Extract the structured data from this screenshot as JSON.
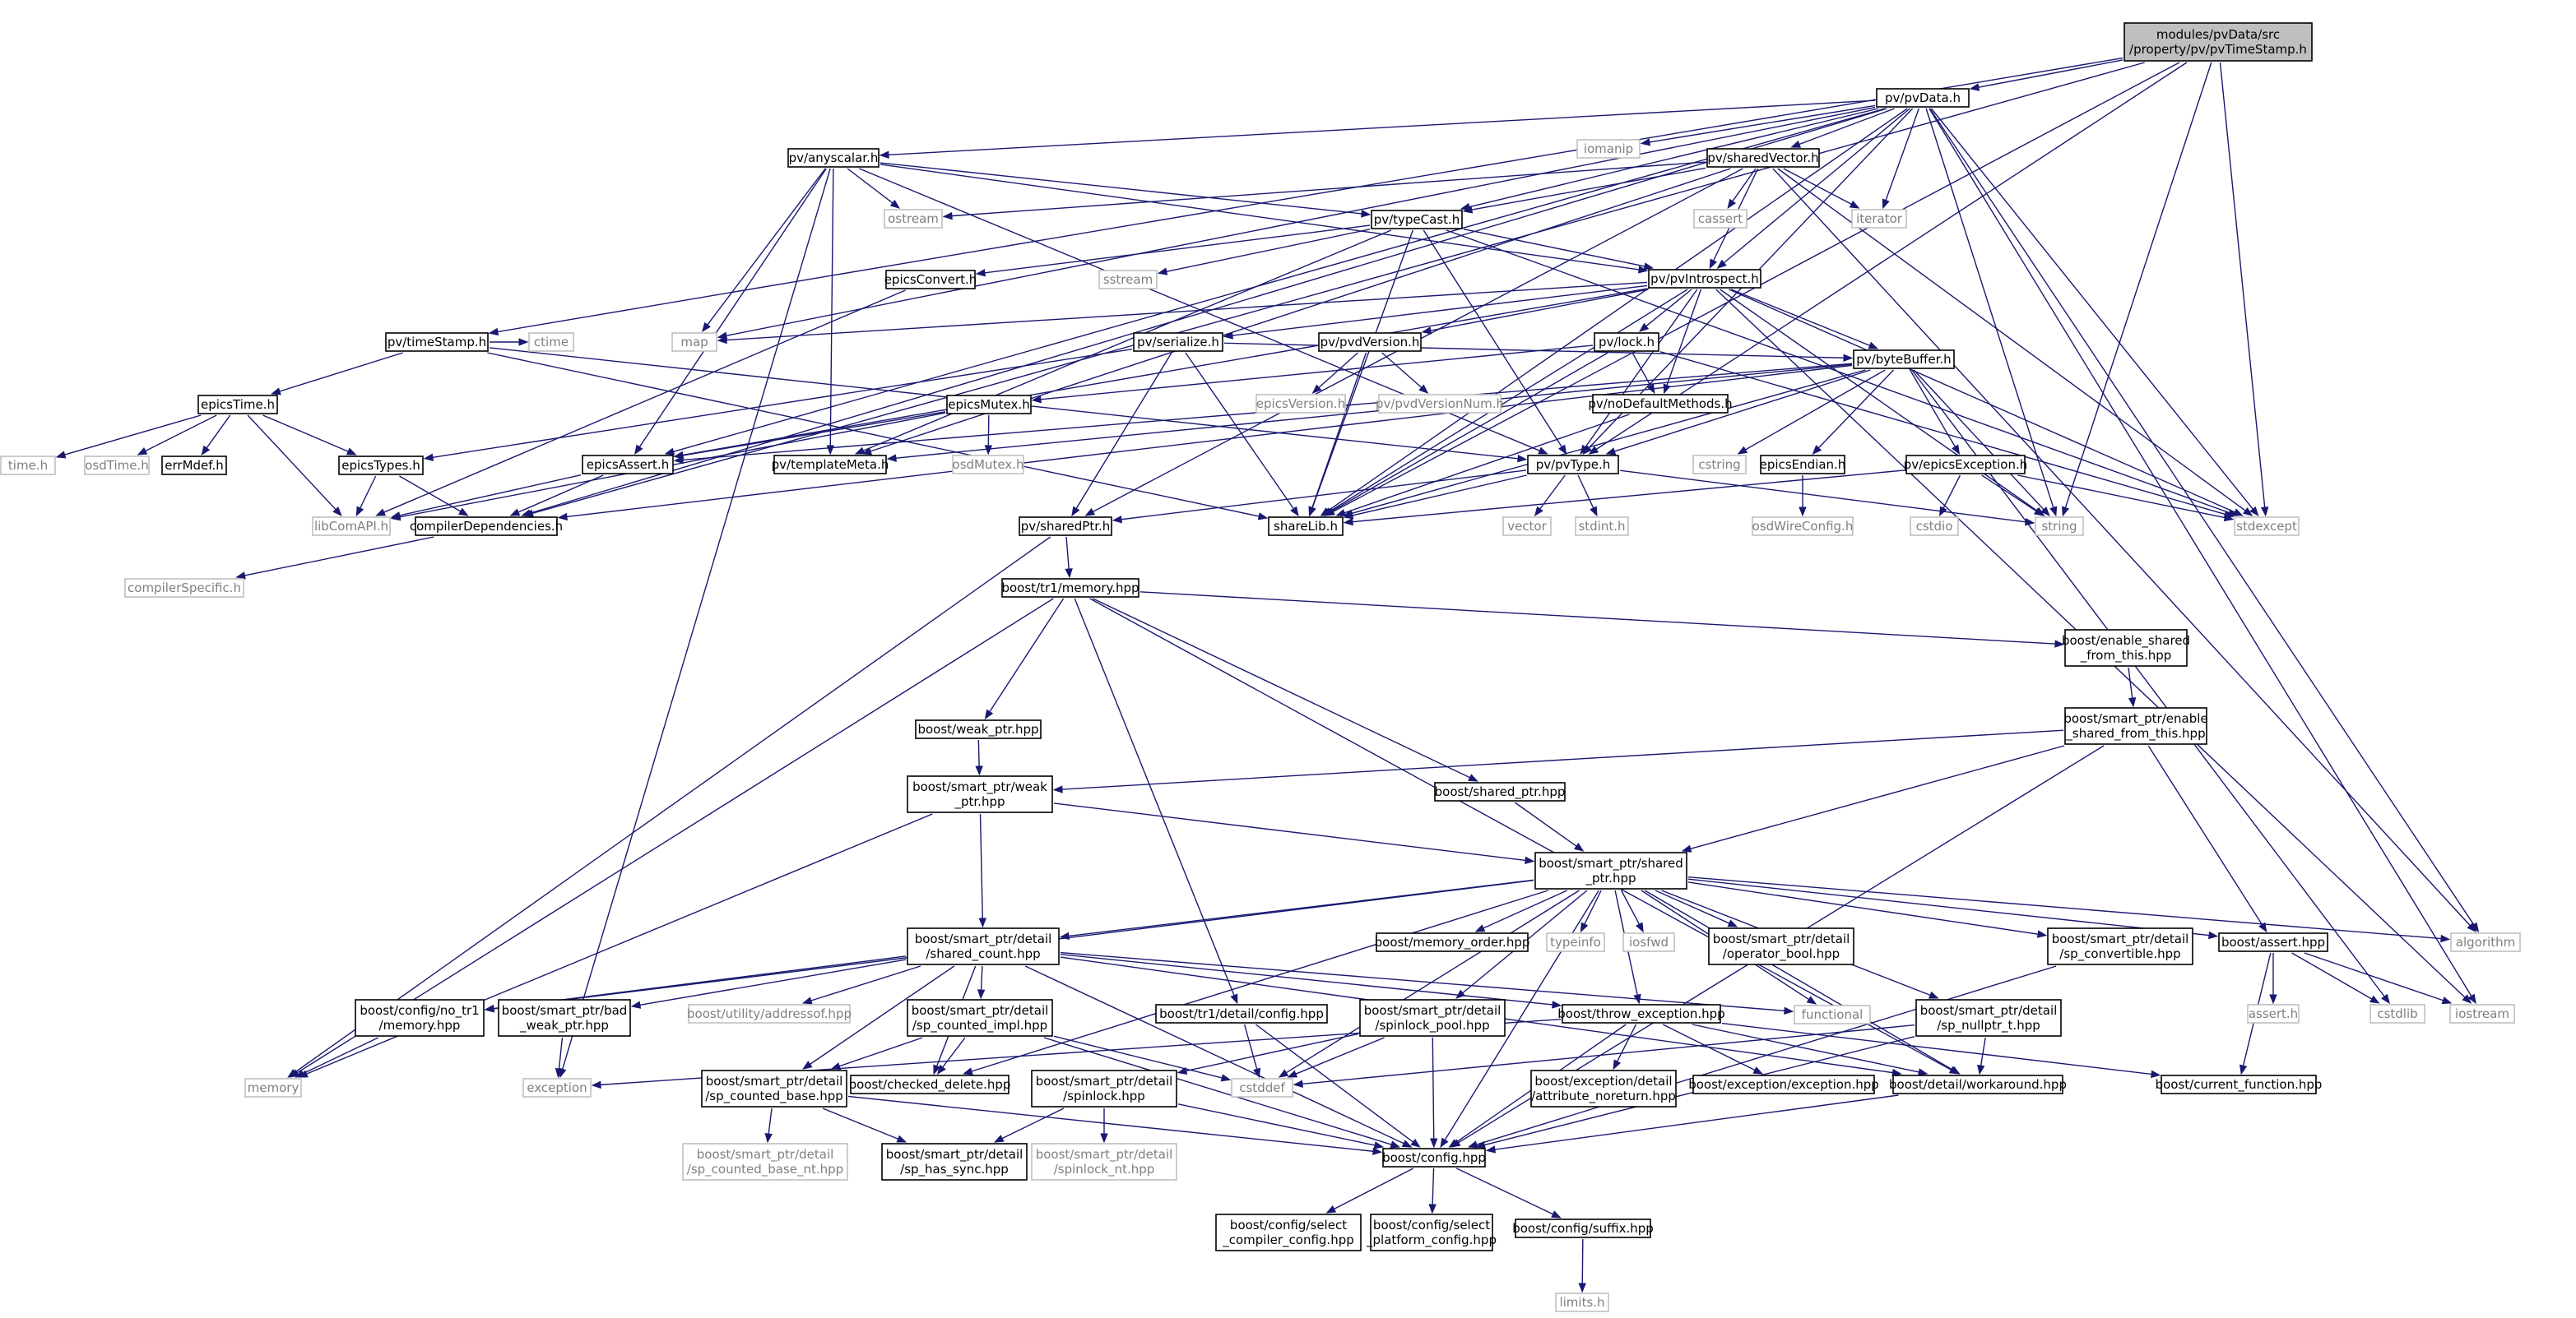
{
  "colors": {
    "edge": "#191970",
    "root_fill": "#bfbfbf",
    "node_border": "#000000",
    "external_border": "#bfbfbf",
    "external_text": "#7f7f7f"
  },
  "nodes": {
    "root": {
      "label": [
        "modules/pvData/src",
        "/property/pv/pvTimeStamp.h"
      ],
      "kind": "root"
    },
    "pvData": {
      "label": [
        "pv/pvData.h"
      ],
      "kind": "solid"
    },
    "timeStamp": {
      "label": [
        "pv/timeStamp.h"
      ],
      "kind": "solid"
    },
    "anyscalar": {
      "label": [
        "pv/anyscalar.h"
      ],
      "kind": "solid"
    },
    "sharedVector": {
      "label": [
        "pv/sharedVector.h"
      ],
      "kind": "solid"
    },
    "typeCast": {
      "label": [
        "pv/typeCast.h"
      ],
      "kind": "solid"
    },
    "pvIntrospect": {
      "label": [
        "pv/pvIntrospect.h"
      ],
      "kind": "solid"
    },
    "epicsConvert": {
      "label": [
        "epicsConvert.h"
      ],
      "kind": "solid"
    },
    "serialize": {
      "label": [
        "pv/serialize.h"
      ],
      "kind": "solid"
    },
    "pvdVersion": {
      "label": [
        "pv/pvdVersion.h"
      ],
      "kind": "solid"
    },
    "lock": {
      "label": [
        "pv/lock.h"
      ],
      "kind": "solid"
    },
    "byteBuffer": {
      "label": [
        "pv/byteBuffer.h"
      ],
      "kind": "solid"
    },
    "noDefaultMethods": {
      "label": [
        "pv/noDefaultMethods.h"
      ],
      "kind": "solid"
    },
    "epicsTime": {
      "label": [
        "epicsTime.h"
      ],
      "kind": "solid"
    },
    "epicsMutex": {
      "label": [
        "epicsMutex.h"
      ],
      "kind": "solid"
    },
    "epicsTypes": {
      "label": [
        "epicsTypes.h"
      ],
      "kind": "solid"
    },
    "errMdef": {
      "label": [
        "errMdef.h"
      ],
      "kind": "solid"
    },
    "epicsAssert": {
      "label": [
        "epicsAssert.h"
      ],
      "kind": "solid"
    },
    "templateMeta": {
      "label": [
        "pv/templateMeta.h"
      ],
      "kind": "solid"
    },
    "pvType": {
      "label": [
        "pv/pvType.h"
      ],
      "kind": "solid"
    },
    "epicsEndian": {
      "label": [
        "epicsEndian.h"
      ],
      "kind": "solid"
    },
    "epicsException": {
      "label": [
        "pv/epicsException.h"
      ],
      "kind": "solid"
    },
    "compilerDependencies": {
      "label": [
        "compilerDependencies.h"
      ],
      "kind": "solid"
    },
    "shareLib": {
      "label": [
        "shareLib.h"
      ],
      "kind": "solid"
    },
    "sharedPtr": {
      "label": [
        "pv/sharedPtr.h"
      ],
      "kind": "solid"
    },
    "tr1memory": {
      "label": [
        "boost/tr1/memory.hpp"
      ],
      "kind": "solid"
    },
    "enableSharedFromThis": {
      "label": [
        "boost/enable_shared",
        "_from_this.hpp"
      ],
      "kind": "solid"
    },
    "spEnableShared": {
      "label": [
        "boost/smart_ptr/enable",
        "_shared_from_this.hpp"
      ],
      "kind": "solid"
    },
    "weakPtrHpp": {
      "label": [
        "boost/weak_ptr.hpp"
      ],
      "kind": "solid"
    },
    "sharedPtrHpp": {
      "label": [
        "boost/shared_ptr.hpp"
      ],
      "kind": "solid"
    },
    "spWeakPtr": {
      "label": [
        "boost/smart_ptr/weak",
        "_ptr.hpp"
      ],
      "kind": "solid"
    },
    "spSharedPtr": {
      "label": [
        "boost/smart_ptr/shared",
        "_ptr.hpp"
      ],
      "kind": "solid"
    },
    "sharedCount": {
      "label": [
        "boost/smart_ptr/detail",
        "/shared_count.hpp"
      ],
      "kind": "solid"
    },
    "memoryOrder": {
      "label": [
        "boost/memory_order.hpp"
      ],
      "kind": "solid"
    },
    "operatorBool": {
      "label": [
        "boost/smart_ptr/detail",
        "/operator_bool.hpp"
      ],
      "kind": "solid"
    },
    "spConvertible": {
      "label": [
        "boost/smart_ptr/detail",
        "/sp_convertible.hpp"
      ],
      "kind": "solid"
    },
    "boostAssert": {
      "label": [
        "boost/assert.hpp"
      ],
      "kind": "solid"
    },
    "noTr1Memory": {
      "label": [
        "boost/config/no_tr1",
        "/memory.hpp"
      ],
      "kind": "solid"
    },
    "badWeakPtr": {
      "label": [
        "boost/smart_ptr/bad",
        "_weak_ptr.hpp"
      ],
      "kind": "solid"
    },
    "spCountedImpl": {
      "label": [
        "boost/smart_ptr/detail",
        "/sp_counted_impl.hpp"
      ],
      "kind": "solid"
    },
    "tr1Config": {
      "label": [
        "boost/tr1/detail/config.hpp"
      ],
      "kind": "solid"
    },
    "spinlockPool": {
      "label": [
        "boost/smart_ptr/detail",
        "/spinlock_pool.hpp"
      ],
      "kind": "solid"
    },
    "throwException": {
      "label": [
        "boost/throw_exception.hpp"
      ],
      "kind": "solid"
    },
    "spNullptr": {
      "label": [
        "boost/smart_ptr/detail",
        "/sp_nullptr_t.hpp"
      ],
      "kind": "solid"
    },
    "spCountedBase": {
      "label": [
        "boost/smart_ptr/detail",
        "/sp_counted_base.hpp"
      ],
      "kind": "solid"
    },
    "checkedDelete": {
      "label": [
        "boost/checked_delete.hpp"
      ],
      "kind": "solid"
    },
    "spinlock": {
      "label": [
        "boost/smart_ptr/detail",
        "/spinlock.hpp"
      ],
      "kind": "solid"
    },
    "attrNoreturn": {
      "label": [
        "boost/exception/detail",
        "/attribute_noreturn.hpp"
      ],
      "kind": "solid"
    },
    "exceptionHpp": {
      "label": [
        "boost/exception/exception.hpp"
      ],
      "kind": "solid"
    },
    "workaround": {
      "label": [
        "boost/detail/workaround.hpp"
      ],
      "kind": "solid"
    },
    "currentFunction": {
      "label": [
        "boost/current_function.hpp"
      ],
      "kind": "solid"
    },
    "spHasSync": {
      "label": [
        "boost/smart_ptr/detail",
        "/sp_has_sync.hpp"
      ],
      "kind": "solid"
    },
    "boostConfig": {
      "label": [
        "boost/config.hpp"
      ],
      "kind": "solid"
    },
    "selectCompiler": {
      "label": [
        "boost/config/select",
        "_compiler_config.hpp"
      ],
      "kind": "solid"
    },
    "selectPlatform": {
      "label": [
        "boost/config/select",
        "_platform_config.hpp"
      ],
      "kind": "solid"
    },
    "suffix": {
      "label": [
        "boost/config/suffix.hpp"
      ],
      "kind": "solid"
    },
    "iomanip": {
      "label": [
        "iomanip"
      ],
      "kind": "ext"
    },
    "ostream": {
      "label": [
        "ostream"
      ],
      "kind": "ext"
    },
    "cassert": {
      "label": [
        "cassert"
      ],
      "kind": "ext"
    },
    "iterator": {
      "label": [
        "iterator"
      ],
      "kind": "ext"
    },
    "sstream": {
      "label": [
        "sstream"
      ],
      "kind": "ext"
    },
    "map": {
      "label": [
        "map"
      ],
      "kind": "ext"
    },
    "ctime": {
      "label": [
        "ctime"
      ],
      "kind": "ext"
    },
    "epicsVersion": {
      "label": [
        "epicsVersion.h"
      ],
      "kind": "ext"
    },
    "pvdVersionNum": {
      "label": [
        "pv/pvdVersionNum.h"
      ],
      "kind": "ext"
    },
    "timeh": {
      "label": [
        "time.h"
      ],
      "kind": "ext"
    },
    "osdTime": {
      "label": [
        "osdTime.h"
      ],
      "kind": "ext"
    },
    "osdMutex": {
      "label": [
        "osdMutex.h"
      ],
      "kind": "ext"
    },
    "cstring": {
      "label": [
        "cstring"
      ],
      "kind": "ext"
    },
    "libComAPI": {
      "label": [
        "libComAPI.h"
      ],
      "kind": "ext"
    },
    "compilerSpecific": {
      "label": [
        "compilerSpecific.h"
      ],
      "kind": "ext"
    },
    "vector": {
      "label": [
        "vector"
      ],
      "kind": "ext"
    },
    "stdint": {
      "label": [
        "stdint.h"
      ],
      "kind": "ext"
    },
    "osdWireConfig": {
      "label": [
        "osdWireConfig.h"
      ],
      "kind": "ext"
    },
    "cstdio": {
      "label": [
        "cstdio"
      ],
      "kind": "ext"
    },
    "string": {
      "label": [
        "string"
      ],
      "kind": "ext"
    },
    "stdexcept": {
      "label": [
        "stdexcept"
      ],
      "kind": "ext"
    },
    "typeinfo": {
      "label": [
        "typeinfo"
      ],
      "kind": "ext"
    },
    "iosfwd": {
      "label": [
        "iosfwd"
      ],
      "kind": "ext"
    },
    "functional": {
      "label": [
        "functional"
      ],
      "kind": "ext"
    },
    "algorithm": {
      "label": [
        "algorithm"
      ],
      "kind": "ext"
    },
    "addressof": {
      "label": [
        "boost/utility/addressof.hpp"
      ],
      "kind": "ext"
    },
    "assertH": {
      "label": [
        "assert.h"
      ],
      "kind": "ext"
    },
    "cstdlib": {
      "label": [
        "cstdlib"
      ],
      "kind": "ext"
    },
    "iostream": {
      "label": [
        "iostream"
      ],
      "kind": "ext"
    },
    "memory": {
      "label": [
        "memory"
      ],
      "kind": "ext"
    },
    "exception": {
      "label": [
        "exception"
      ],
      "kind": "ext"
    },
    "cstddef": {
      "label": [
        "cstddef"
      ],
      "kind": "ext"
    },
    "spCountedBaseNt": {
      "label": [
        "boost/smart_ptr/detail",
        "/sp_counted_base_nt.hpp"
      ],
      "kind": "ext"
    },
    "spinlockNt": {
      "label": [
        "boost/smart_ptr/detail",
        "/spinlock_nt.hpp"
      ],
      "kind": "ext"
    },
    "limits": {
      "label": [
        "limits.h"
      ],
      "kind": "ext"
    }
  },
  "edges": [
    [
      "root",
      "pvData"
    ],
    [
      "root",
      "timeStamp"
    ],
    [
      "root",
      "string"
    ],
    [
      "root",
      "stdexcept"
    ],
    [
      "root",
      "pvType"
    ],
    [
      "root",
      "shareLib"
    ],
    [
      "root",
      "compilerDependencies"
    ],
    [
      "pvData",
      "iomanip"
    ],
    [
      "pvData",
      "anyscalar"
    ],
    [
      "pvData",
      "sharedVector"
    ],
    [
      "pvData",
      "typeCast"
    ],
    [
      "pvData",
      "pvIntrospect"
    ],
    [
      "pvData",
      "iterator"
    ],
    [
      "pvData",
      "map"
    ],
    [
      "pvData",
      "epicsAssert"
    ],
    [
      "pvData",
      "string"
    ],
    [
      "pvData",
      "stdexcept"
    ],
    [
      "pvData",
      "algorithm"
    ],
    [
      "pvData",
      "iostream"
    ],
    [
      "pvData",
      "pvType"
    ],
    [
      "pvData",
      "shareLib"
    ],
    [
      "pvData",
      "compilerDependencies"
    ],
    [
      "anyscalar",
      "ostream"
    ],
    [
      "anyscalar",
      "typeCast"
    ],
    [
      "anyscalar",
      "pvIntrospect"
    ],
    [
      "anyscalar",
      "map"
    ],
    [
      "anyscalar",
      "epicsAssert"
    ],
    [
      "anyscalar",
      "templateMeta"
    ],
    [
      "anyscalar",
      "exception"
    ],
    [
      "anyscalar",
      "pvType"
    ],
    [
      "sharedVector",
      "ostream"
    ],
    [
      "sharedVector",
      "cassert"
    ],
    [
      "sharedVector",
      "iterator"
    ],
    [
      "sharedVector",
      "typeCast"
    ],
    [
      "sharedVector",
      "pvIntrospect"
    ],
    [
      "sharedVector",
      "stdexcept"
    ],
    [
      "sharedVector",
      "algorithm"
    ],
    [
      "sharedVector",
      "sharedPtr"
    ],
    [
      "sharedVector",
      "templateMeta"
    ],
    [
      "typeCast",
      "sstream"
    ],
    [
      "typeCast",
      "epicsConvert"
    ],
    [
      "typeCast",
      "pvIntrospect"
    ],
    [
      "typeCast",
      "templateMeta"
    ],
    [
      "typeCast",
      "stdexcept"
    ],
    [
      "typeCast",
      "pvType"
    ],
    [
      "typeCast",
      "shareLib"
    ],
    [
      "epicsConvert",
      "libComAPI"
    ],
    [
      "pvIntrospect",
      "map"
    ],
    [
      "pvIntrospect",
      "serialize"
    ],
    [
      "pvIntrospect",
      "pvdVersion"
    ],
    [
      "pvIntrospect",
      "lock"
    ],
    [
      "pvIntrospect",
      "byteBuffer"
    ],
    [
      "pvIntrospect",
      "noDefaultMethods"
    ],
    [
      "pvIntrospect",
      "epicsAssert"
    ],
    [
      "pvIntrospect",
      "pvType"
    ],
    [
      "pvIntrospect",
      "string"
    ],
    [
      "pvIntrospect",
      "stdexcept"
    ],
    [
      "pvIntrospect",
      "shareLib"
    ],
    [
      "pvIntrospect",
      "iostream"
    ],
    [
      "serialize",
      "byteBuffer"
    ],
    [
      "serialize",
      "sharedPtr"
    ],
    [
      "serialize",
      "shareLib"
    ],
    [
      "serialize",
      "epicsTypes"
    ],
    [
      "pvdVersion",
      "epicsVersion"
    ],
    [
      "pvdVersion",
      "pvdVersionNum"
    ],
    [
      "pvdVersion",
      "shareLib"
    ],
    [
      "lock",
      "epicsMutex"
    ],
    [
      "lock",
      "noDefaultMethods"
    ],
    [
      "lock",
      "stdexcept"
    ],
    [
      "lock",
      "shareLib"
    ],
    [
      "byteBuffer",
      "epicsEndian"
    ],
    [
      "byteBuffer",
      "epicsException"
    ],
    [
      "byteBuffer",
      "templateMeta"
    ],
    [
      "byteBuffer",
      "epicsAssert"
    ],
    [
      "byteBuffer",
      "cstring"
    ],
    [
      "byteBuffer",
      "pvType"
    ],
    [
      "byteBuffer",
      "string"
    ],
    [
      "byteBuffer",
      "shareLib"
    ],
    [
      "byteBuffer",
      "cstdlib"
    ],
    [
      "byteBuffer",
      "compilerDependencies"
    ],
    [
      "noDefaultMethods",
      "shareLib"
    ],
    [
      "timeStamp",
      "epicsTime"
    ],
    [
      "timeStamp",
      "ctime"
    ],
    [
      "timeStamp",
      "pvType"
    ],
    [
      "timeStamp",
      "shareLib"
    ],
    [
      "epicsTime",
      "timeh"
    ],
    [
      "epicsTime",
      "osdTime"
    ],
    [
      "epicsTime",
      "errMdef"
    ],
    [
      "epicsTime",
      "epicsTypes"
    ],
    [
      "epicsTime",
      "libComAPI"
    ],
    [
      "epicsMutex",
      "osdMutex"
    ],
    [
      "epicsMutex",
      "epicsAssert"
    ],
    [
      "epicsMutex",
      "libComAPI"
    ],
    [
      "epicsTypes",
      "libComAPI"
    ],
    [
      "epicsTypes",
      "compilerDependencies"
    ],
    [
      "epicsAssert",
      "libComAPI"
    ],
    [
      "epicsAssert",
      "compilerDependencies"
    ],
    [
      "compilerDependencies",
      "compilerSpecific"
    ],
    [
      "pvType",
      "vector"
    ],
    [
      "pvType",
      "stdint"
    ],
    [
      "pvType",
      "string"
    ],
    [
      "pvType",
      "sharedPtr"
    ],
    [
      "pvType",
      "shareLib"
    ],
    [
      "epicsEndian",
      "osdWireConfig"
    ],
    [
      "epicsException",
      "cstdio"
    ],
    [
      "epicsException",
      "string"
    ],
    [
      "epicsException",
      "stdexcept"
    ],
    [
      "epicsException",
      "shareLib"
    ],
    [
      "sharedPtr",
      "tr1memory"
    ],
    [
      "sharedPtr",
      "memory"
    ],
    [
      "tr1memory",
      "enableSharedFromThis"
    ],
    [
      "tr1memory",
      "weakPtrHpp"
    ],
    [
      "tr1memory",
      "sharedPtrHpp"
    ],
    [
      "tr1memory",
      "tr1Config"
    ],
    [
      "tr1memory",
      "memory"
    ],
    [
      "tr1memory",
      "workaround"
    ],
    [
      "enableSharedFromThis",
      "spEnableShared"
    ],
    [
      "spEnableShared",
      "spWeakPtr"
    ],
    [
      "spEnableShared",
      "spSharedPtr"
    ],
    [
      "spEnableShared",
      "boostAssert"
    ],
    [
      "spEnableShared",
      "boostConfig"
    ],
    [
      "weakPtrHpp",
      "spWeakPtr"
    ],
    [
      "sharedPtrHpp",
      "spSharedPtr"
    ],
    [
      "spWeakPtr",
      "spSharedPtr"
    ],
    [
      "spWeakPtr",
      "sharedCount"
    ],
    [
      "spWeakPtr",
      "memory"
    ],
    [
      "spSharedPtr",
      "sharedCount"
    ],
    [
      "spSharedPtr",
      "memoryOrder"
    ],
    [
      "spSharedPtr",
      "typeinfo"
    ],
    [
      "spSharedPtr",
      "iosfwd"
    ],
    [
      "spSharedPtr",
      "operatorBool"
    ],
    [
      "spSharedPtr",
      "spConvertible"
    ],
    [
      "spSharedPtr",
      "boostAssert"
    ],
    [
      "spSharedPtr",
      "algorithm"
    ],
    [
      "spSharedPtr",
      "functional"
    ],
    [
      "spSharedPtr",
      "spNullptr"
    ],
    [
      "spSharedPtr",
      "throwException"
    ],
    [
      "spSharedPtr",
      "spinlockPool"
    ],
    [
      "spSharedPtr",
      "checkedDelete"
    ],
    [
      "spSharedPtr",
      "cstddef"
    ],
    [
      "spSharedPtr",
      "boostConfig"
    ],
    [
      "spSharedPtr",
      "workaround"
    ],
    [
      "spSharedPtr",
      "noTr1Memory"
    ],
    [
      "sharedCount",
      "noTr1Memory"
    ],
    [
      "sharedCount",
      "badWeakPtr"
    ],
    [
      "sharedCount",
      "addressof"
    ],
    [
      "sharedCount",
      "spCountedImpl"
    ],
    [
      "sharedCount",
      "spCountedBase"
    ],
    [
      "sharedCount",
      "checkedDelete"
    ],
    [
      "sharedCount",
      "throwException"
    ],
    [
      "sharedCount",
      "functional"
    ],
    [
      "sharedCount",
      "boostConfig"
    ],
    [
      "sharedCount",
      "workaround"
    ],
    [
      "spConvertible",
      "boostConfig"
    ],
    [
      "boostAssert",
      "assertH"
    ],
    [
      "boostAssert",
      "cstdlib"
    ],
    [
      "boostAssert",
      "iostream"
    ],
    [
      "boostAssert",
      "currentFunction"
    ],
    [
      "noTr1Memory",
      "memory"
    ],
    [
      "badWeakPtr",
      "exception"
    ],
    [
      "spCountedImpl",
      "spCountedBase"
    ],
    [
      "spCountedImpl",
      "checkedDelete"
    ],
    [
      "spCountedImpl",
      "cstddef"
    ],
    [
      "spCountedImpl",
      "boostConfig"
    ],
    [
      "tr1Config",
      "cstddef"
    ],
    [
      "tr1Config",
      "boostConfig"
    ],
    [
      "spinlockPool",
      "spinlock"
    ],
    [
      "spinlockPool",
      "cstddef"
    ],
    [
      "spinlockPool",
      "boostConfig"
    ],
    [
      "throwException",
      "exception"
    ],
    [
      "throwException",
      "attrNoreturn"
    ],
    [
      "throwException",
      "exceptionHpp"
    ],
    [
      "throwException",
      "workaround"
    ],
    [
      "throwException",
      "currentFunction"
    ],
    [
      "throwException",
      "boostConfig"
    ],
    [
      "spNullptr",
      "cstddef"
    ],
    [
      "spNullptr",
      "boostConfig"
    ],
    [
      "spNullptr",
      "workaround"
    ],
    [
      "spCountedBase",
      "spCountedBaseNt"
    ],
    [
      "spCountedBase",
      "spHasSync"
    ],
    [
      "spCountedBase",
      "boostConfig"
    ],
    [
      "spinlock",
      "spHasSync"
    ],
    [
      "spinlock",
      "spinlockNt"
    ],
    [
      "spinlock",
      "boostConfig"
    ],
    [
      "workaround",
      "boostConfig"
    ],
    [
      "boostConfig",
      "selectCompiler"
    ],
    [
      "boostConfig",
      "selectPlatform"
    ],
    [
      "boostConfig",
      "suffix"
    ],
    [
      "suffix",
      "limits"
    ]
  ]
}
